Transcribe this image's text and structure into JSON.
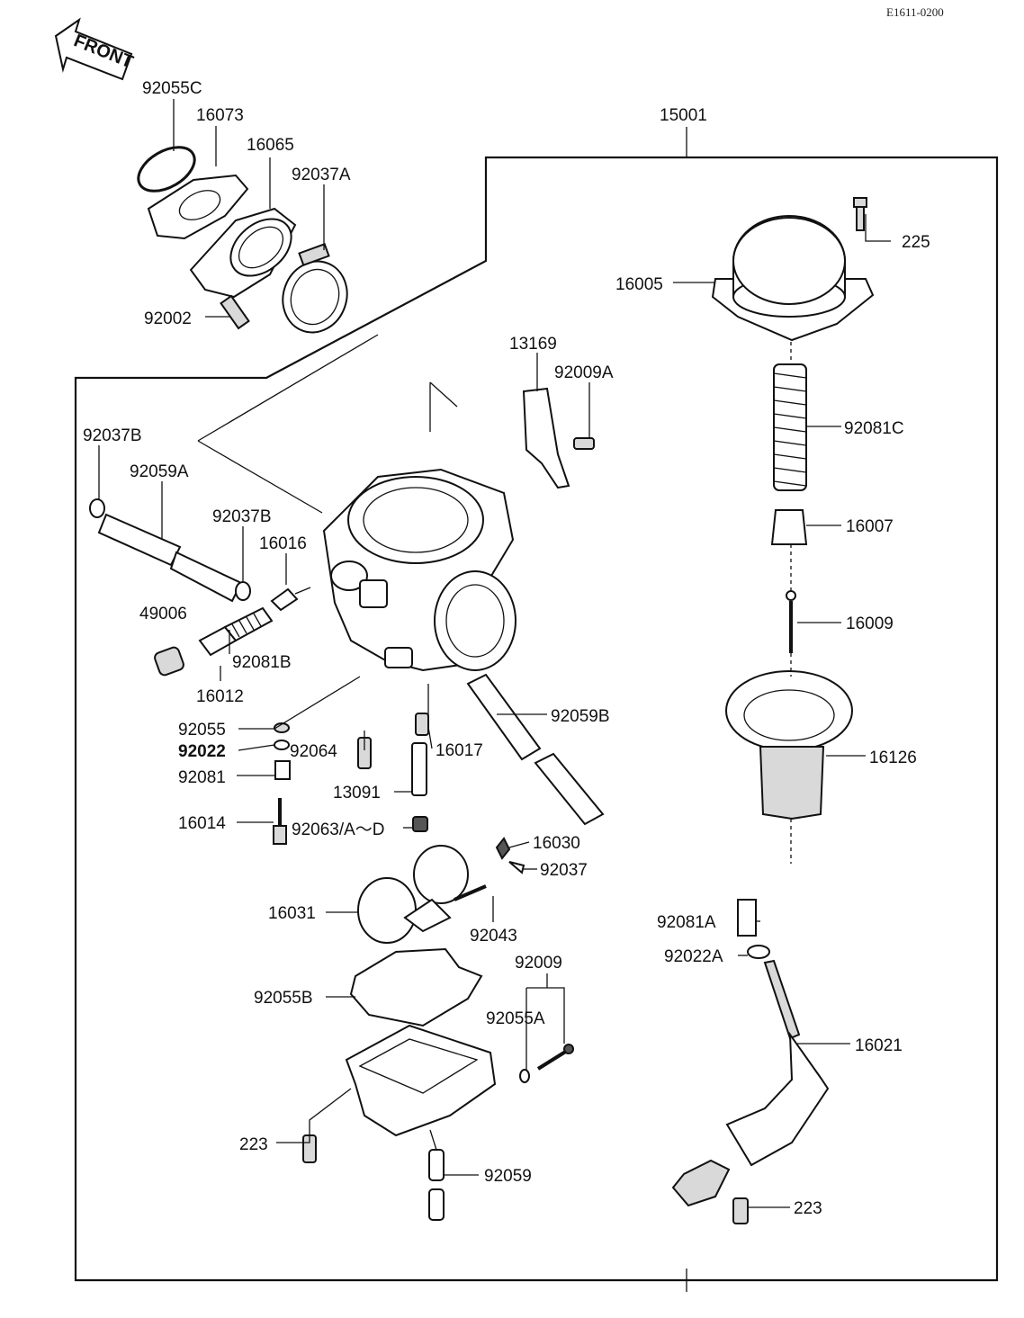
{
  "diagram_code": "E1611-0200",
  "front_label": "FRONT",
  "assembly_label": "15001",
  "callouts": [
    {
      "id": "c92055C",
      "text": "92055C"
    },
    {
      "id": "c16073",
      "text": "16073"
    },
    {
      "id": "c16065",
      "text": "16065"
    },
    {
      "id": "c92037A",
      "text": "92037A"
    },
    {
      "id": "c92002",
      "text": "92002"
    },
    {
      "id": "c225",
      "text": "225"
    },
    {
      "id": "c16005",
      "text": "16005"
    },
    {
      "id": "c13169",
      "text": "13169"
    },
    {
      "id": "c92009A",
      "text": "92009A"
    },
    {
      "id": "c92081C",
      "text": "92081C"
    },
    {
      "id": "c92037B_a",
      "text": "92037B"
    },
    {
      "id": "c92059A",
      "text": "92059A"
    },
    {
      "id": "c92037B_b",
      "text": "92037B"
    },
    {
      "id": "c16016",
      "text": "16016"
    },
    {
      "id": "c16007",
      "text": "16007"
    },
    {
      "id": "c49006",
      "text": "49006"
    },
    {
      "id": "c16009",
      "text": "16009"
    },
    {
      "id": "c92081B",
      "text": "92081B"
    },
    {
      "id": "c16012",
      "text": "16012"
    },
    {
      "id": "c92059B",
      "text": "92059B"
    },
    {
      "id": "c92055",
      "text": "92055"
    },
    {
      "id": "c92022",
      "text": "92022"
    },
    {
      "id": "c92064",
      "text": "92064"
    },
    {
      "id": "c16017",
      "text": "16017"
    },
    {
      "id": "c16126",
      "text": "16126"
    },
    {
      "id": "c92081",
      "text": "92081"
    },
    {
      "id": "c13091",
      "text": "13091"
    },
    {
      "id": "c16014",
      "text": "16014"
    },
    {
      "id": "c92063",
      "text": "92063/A～D"
    },
    {
      "id": "c16030",
      "text": "16030"
    },
    {
      "id": "c92037",
      "text": "92037"
    },
    {
      "id": "c16031",
      "text": "16031"
    },
    {
      "id": "c92043",
      "text": "92043"
    },
    {
      "id": "c92081A",
      "text": "92081A"
    },
    {
      "id": "c92009",
      "text": "92009"
    },
    {
      "id": "c92022A",
      "text": "92022A"
    },
    {
      "id": "c92055B",
      "text": "92055B"
    },
    {
      "id": "c92055A",
      "text": "92055A"
    },
    {
      "id": "c16021",
      "text": "16021"
    },
    {
      "id": "c223_a",
      "text": "223"
    },
    {
      "id": "c92059",
      "text": "92059"
    },
    {
      "id": "c223_b",
      "text": "223"
    }
  ]
}
